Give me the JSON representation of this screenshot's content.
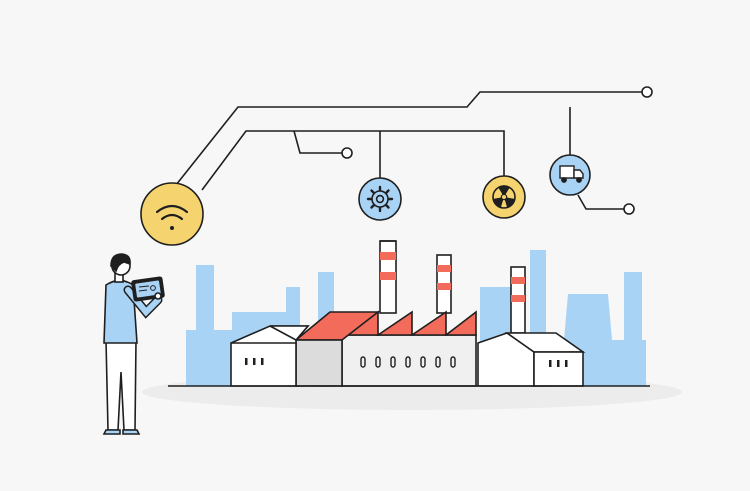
{
  "palette": {
    "background": "#f7f7f7",
    "outline": "#1f1f1f",
    "sky_blue": "#a9d3f5",
    "icon_blue": "#a9d3f5",
    "icon_yellow": "#f5d46f",
    "roof_red": "#f26b5b",
    "wall_white": "#ffffff",
    "wall_gray": "#e6e6e6",
    "ground": "#ececec",
    "shirt_blue": "#a9d3f5",
    "hair": "#1f1f1f"
  },
  "icons": [
    {
      "id": "wifi",
      "symbol": "wifi-icon",
      "fill": "#f5d46f"
    },
    {
      "id": "gear",
      "symbol": "gear-icon",
      "fill": "#a9d3f5"
    },
    {
      "id": "radiation",
      "symbol": "radiation-icon",
      "fill": "#f5d46f"
    },
    {
      "id": "delivery",
      "symbol": "delivery-truck-icon",
      "fill": "#a9d3f5"
    }
  ],
  "scene": {
    "subject": "engineer-with-tablet",
    "buildings": [
      "warehouse",
      "sawtooth-factory",
      "annex"
    ],
    "chimneys": 3
  }
}
